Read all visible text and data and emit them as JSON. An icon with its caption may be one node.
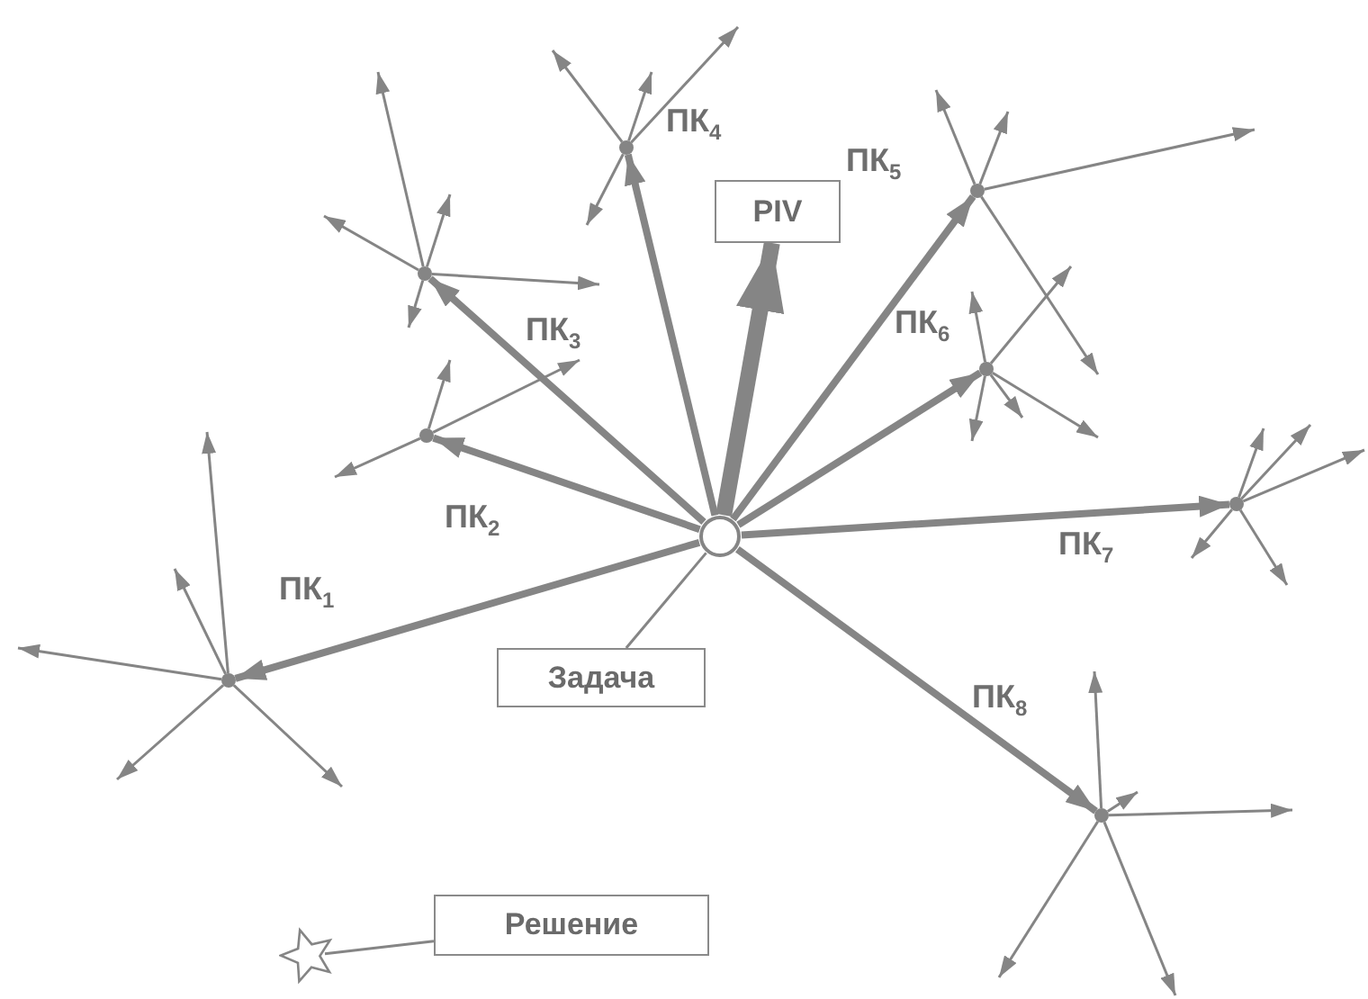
{
  "diagram": {
    "nodes": [
      {
        "text": [],
        "shape": "circle"
      },
      {
        "text": [],
        "shape": "point"
      },
      {
        "text": [],
        "shape": "point"
      },
      {
        "text": [],
        "shape": "point"
      },
      {
        "text": [],
        "shape": "point"
      },
      {
        "text": [],
        "shape": "point"
      },
      {
        "text": [],
        "shape": "point"
      },
      {
        "text": [],
        "shape": "point"
      },
      {
        "text": [],
        "shape": "point"
      },
      {
        "text": [
          "PIV"
        ]
      },
      {
        "text": [
          "Задача"
        ]
      },
      {
        "text": [
          "Решение"
        ]
      },
      {
        "text": [],
        "shape": "star"
      }
    ],
    "edges": [
      {
        "from": 0,
        "to": 1,
        "arrow": "to",
        "style": "thick",
        "label": "ПК$_{1}$"
      },
      {
        "from": 0,
        "to": 2,
        "arrow": "to",
        "style": "thick",
        "label": "ПК$_{2}$"
      },
      {
        "from": 0,
        "to": 3,
        "arrow": "to",
        "style": "thick",
        "label": "ПК$_{3}$"
      },
      {
        "from": 0,
        "to": 4,
        "arrow": "to",
        "style": "thick",
        "label": "ПК$_{4}$"
      },
      {
        "from": 0,
        "to": 5,
        "arrow": "to",
        "style": "thick",
        "label": "ПК$_{5}$"
      },
      {
        "from": 0,
        "to": 6,
        "arrow": "to",
        "style": "thick",
        "label": "ПК$_{6}$"
      },
      {
        "from": 0,
        "to": 7,
        "arrow": "to",
        "style": "thick",
        "label": "ПК$_{7}$"
      },
      {
        "from": 0,
        "to": 8,
        "arrow": "to",
        "style": "thick",
        "label": "ПК$_{8}$"
      },
      {
        "from": 0,
        "to": 9,
        "arrow": "to",
        "style": "thick"
      },
      {
        "from": 10,
        "to": 0,
        "arrow": "none"
      },
      {
        "from": 11,
        "to": 12,
        "arrow": "none"
      },
      {
        "from": 1,
        "to": null,
        "arrow": "to"
      },
      {
        "from": 1,
        "to": null,
        "arrow": "to"
      },
      {
        "from": 1,
        "to": null,
        "arrow": "to"
      },
      {
        "from": 1,
        "to": null,
        "arrow": "to"
      },
      {
        "from": 1,
        "to": null,
        "arrow": "to"
      },
      {
        "from": 2,
        "to": null,
        "arrow": "to"
      },
      {
        "from": 2,
        "to": null,
        "arrow": "to"
      },
      {
        "from": 2,
        "to": null,
        "arrow": "to"
      },
      {
        "from": 3,
        "to": null,
        "arrow": "to"
      },
      {
        "from": 3,
        "to": null,
        "arrow": "to"
      },
      {
        "from": 3,
        "to": null,
        "arrow": "to"
      },
      {
        "from": 3,
        "to": null,
        "arrow": "to"
      },
      {
        "from": 3,
        "to": null,
        "arrow": "to"
      },
      {
        "from": 4,
        "to": null,
        "arrow": "to"
      },
      {
        "from": 4,
        "to": null,
        "arrow": "to"
      },
      {
        "from": 4,
        "to": null,
        "arrow": "to"
      },
      {
        "from": 4,
        "to": null,
        "arrow": "to"
      },
      {
        "from": 5,
        "to": null,
        "arrow": "to"
      },
      {
        "from": 5,
        "to": null,
        "arrow": "to"
      },
      {
        "from": 5,
        "to": null,
        "arrow": "to"
      },
      {
        "from": 5,
        "to": null,
        "arrow": "to"
      },
      {
        "from": 6,
        "to": null,
        "arrow": "to"
      },
      {
        "from": 6,
        "to": null,
        "arrow": "to"
      },
      {
        "from": 6,
        "to": null,
        "arrow": "to"
      },
      {
        "from": 6,
        "to": null,
        "arrow": "to"
      },
      {
        "from": 6,
        "to": null,
        "arrow": "to"
      },
      {
        "from": 7,
        "to": null,
        "arrow": "to"
      },
      {
        "from": 7,
        "to": null,
        "arrow": "to"
      },
      {
        "from": 7,
        "to": null,
        "arrow": "to"
      },
      {
        "from": 7,
        "to": null,
        "arrow": "to"
      },
      {
        "from": 7,
        "to": null,
        "arrow": "to"
      },
      {
        "from": 8,
        "to": null,
        "arrow": "to"
      },
      {
        "from": 8,
        "to": null,
        "arrow": "to"
      },
      {
        "from": 8,
        "to": null,
        "arrow": "to"
      },
      {
        "from": 8,
        "to": null,
        "arrow": "to"
      },
      {
        "from": 8,
        "to": null,
        "arrow": "to"
      }
    ]
  }
}
